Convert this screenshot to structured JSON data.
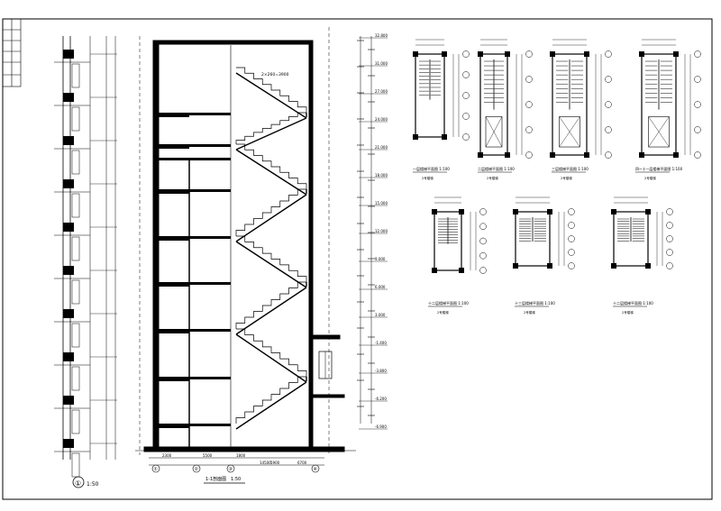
{
  "sheet": {
    "title_block_rows": 6
  },
  "section_drawing": {
    "scale_label": "1:50",
    "elevations": [
      "32.800",
      "31.000",
      "27.000",
      "24.000",
      "21.000",
      "18.000",
      "15.000",
      "12.000",
      "9.000",
      "6.000",
      "3.000",
      "-1.400",
      "-3.800",
      "-6.200",
      "-6.900"
    ],
    "axis_numbers": [
      "①",
      "②",
      "③",
      "④"
    ],
    "bottom_dims": [
      "2300",
      "5500",
      "1800",
      "14500",
      "5900",
      "6700"
    ],
    "top_note": "2×260=3900"
  },
  "stair_plans": {
    "top_row": [
      "一层楼梯平面图 1:100",
      "二层楼梯平面图 1:100",
      "三层楼梯平面图 1:100",
      "四~十一层楼梯平面图 1:100"
    ],
    "bottom_row": [
      "十二层楼梯平面图 1:100",
      "十三层楼梯平面图 1:100",
      "十二层楼梯平面图 1:100"
    ],
    "sub_label": "2号楼梯"
  },
  "wall_section": {
    "scale_label": "1:50",
    "circle_label": "①"
  }
}
